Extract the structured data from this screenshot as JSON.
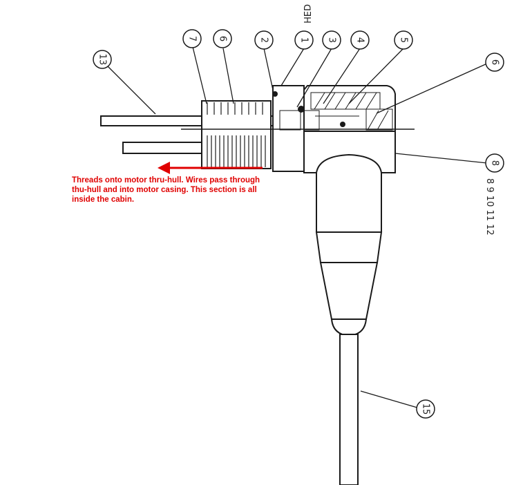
{
  "annotation": {
    "lines": [
      "Threads onto motor thru-hull.  Wires pass through",
      "thu-hull and into motor casing.  This section is all",
      "inside the cabin."
    ],
    "color": "#e00000"
  },
  "callouts": [
    "13",
    "7",
    "6",
    "2",
    "1",
    "3",
    "4",
    "5",
    "6",
    "8",
    "15"
  ],
  "vertical_text_top": "ᗡƎH",
  "vertical_text_right": "8 9 10 11 12"
}
